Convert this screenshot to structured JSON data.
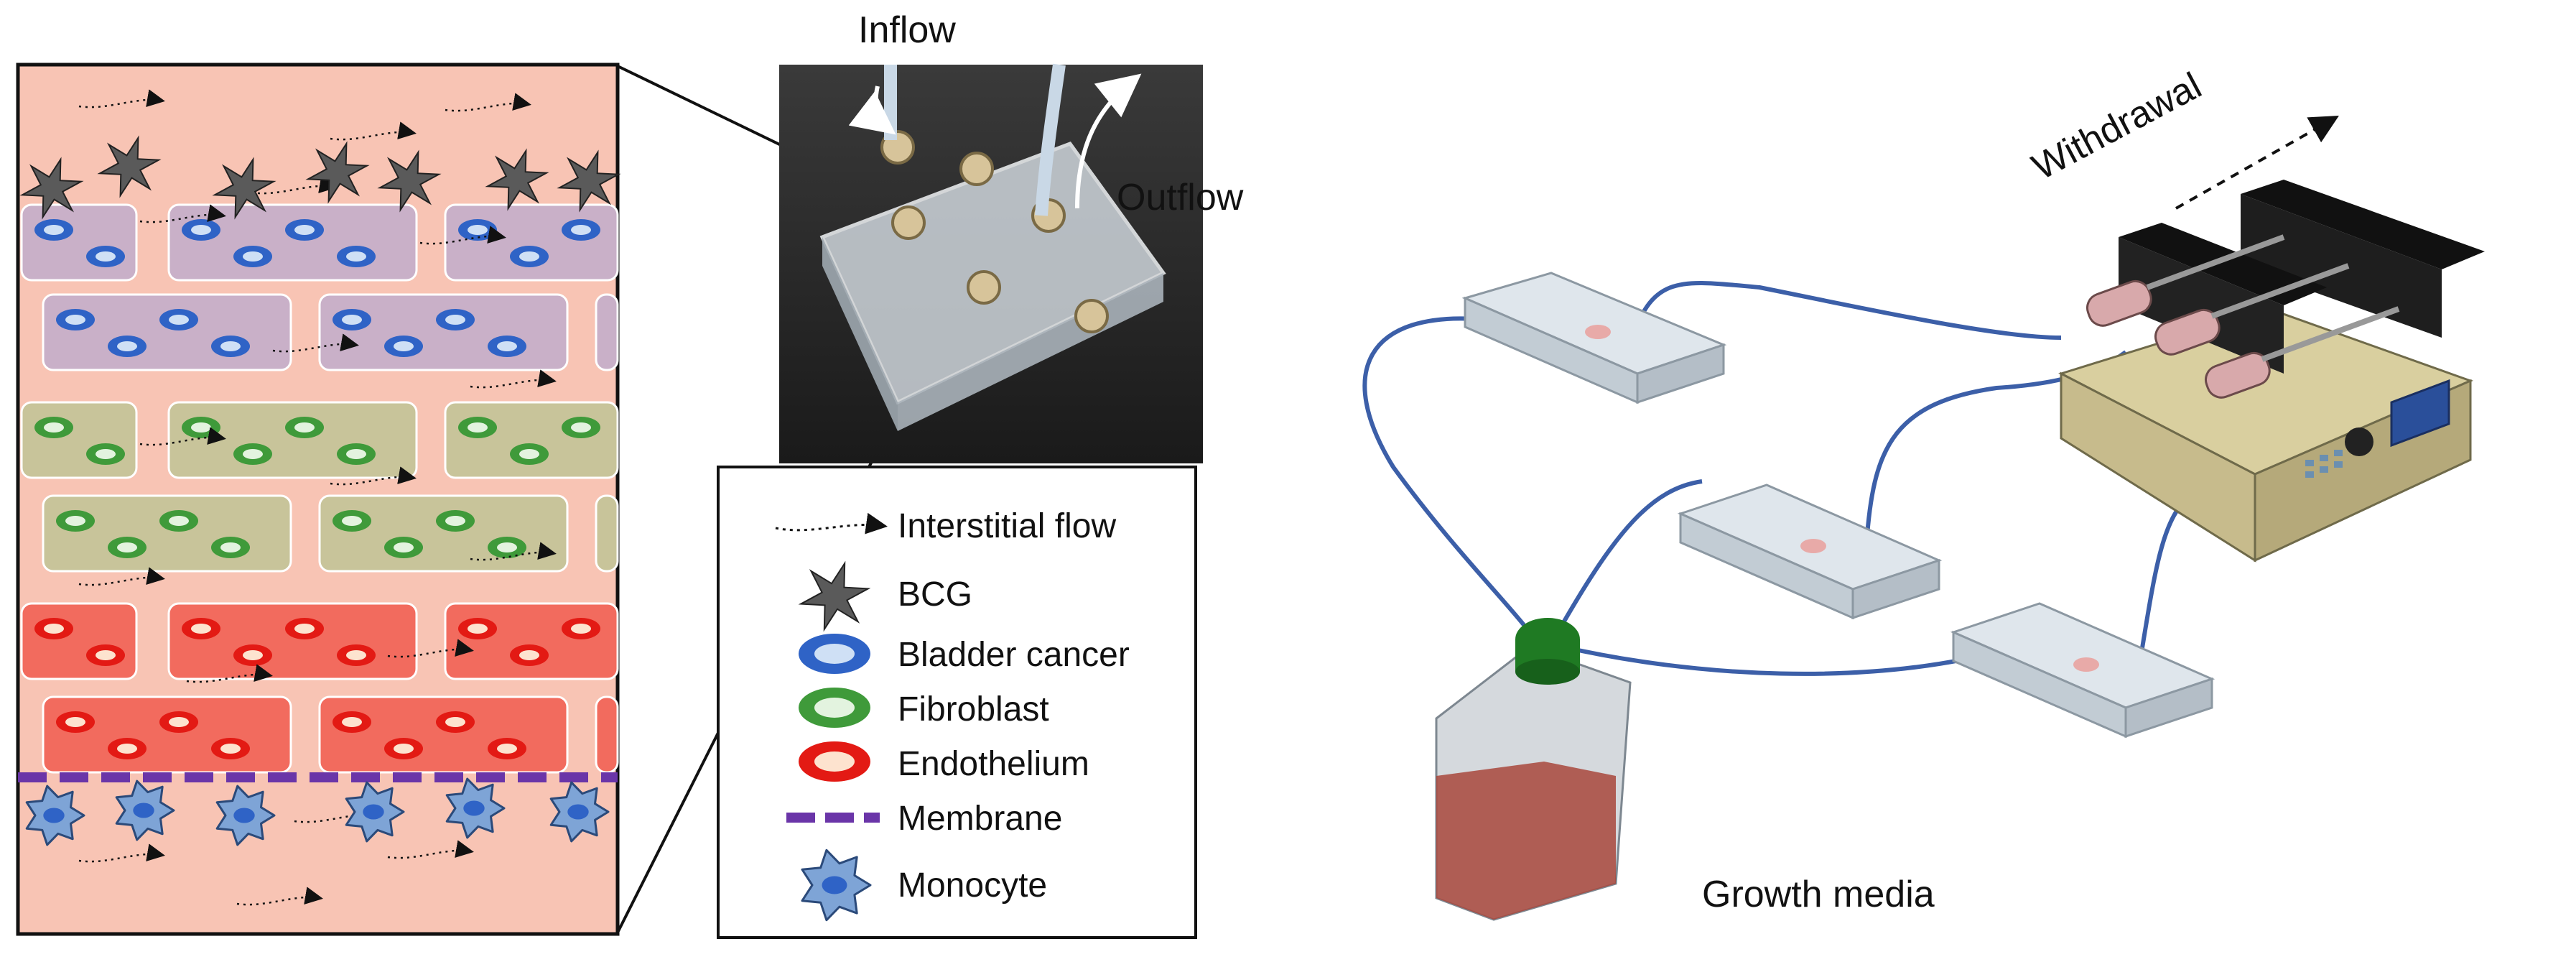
{
  "labels": {
    "inflow": "Inflow",
    "outflow": "Outflow",
    "withdrawal": "Withdrawal",
    "growth_media": "Growth media"
  },
  "legend": [
    {
      "icon": "dotted-arrow-icon",
      "label": "Interstitial flow"
    },
    {
      "icon": "star-icon",
      "label": "BCG"
    },
    {
      "icon": "blue-cell-icon",
      "label": "Bladder cancer"
    },
    {
      "icon": "green-cell-icon",
      "label": "Fibroblast"
    },
    {
      "icon": "red-cell-icon",
      "label": "Endothelium"
    },
    {
      "icon": "dashed-line-icon",
      "label": "Membrane"
    },
    {
      "icon": "monocyte-icon",
      "label": "Monocyte"
    }
  ],
  "colors": {
    "background_tissue": "#f8c4b4",
    "bladder_cancer_layer": "#c9b0c8",
    "bladder_cancer_cell": "#2f63c6",
    "fibroblast_layer": "#c8c49a",
    "fibroblast_cell": "#3f9a3a",
    "endothelium_layer": "#f26b5e",
    "endothelium_cell": "#e31a14",
    "membrane": "#6a35a8",
    "monocyte": "#7ea4d6",
    "bcg": "#5a5a5a",
    "pump_body": "#c7bb8c",
    "media": "#a8463c",
    "cap": "#1f7a23"
  }
}
